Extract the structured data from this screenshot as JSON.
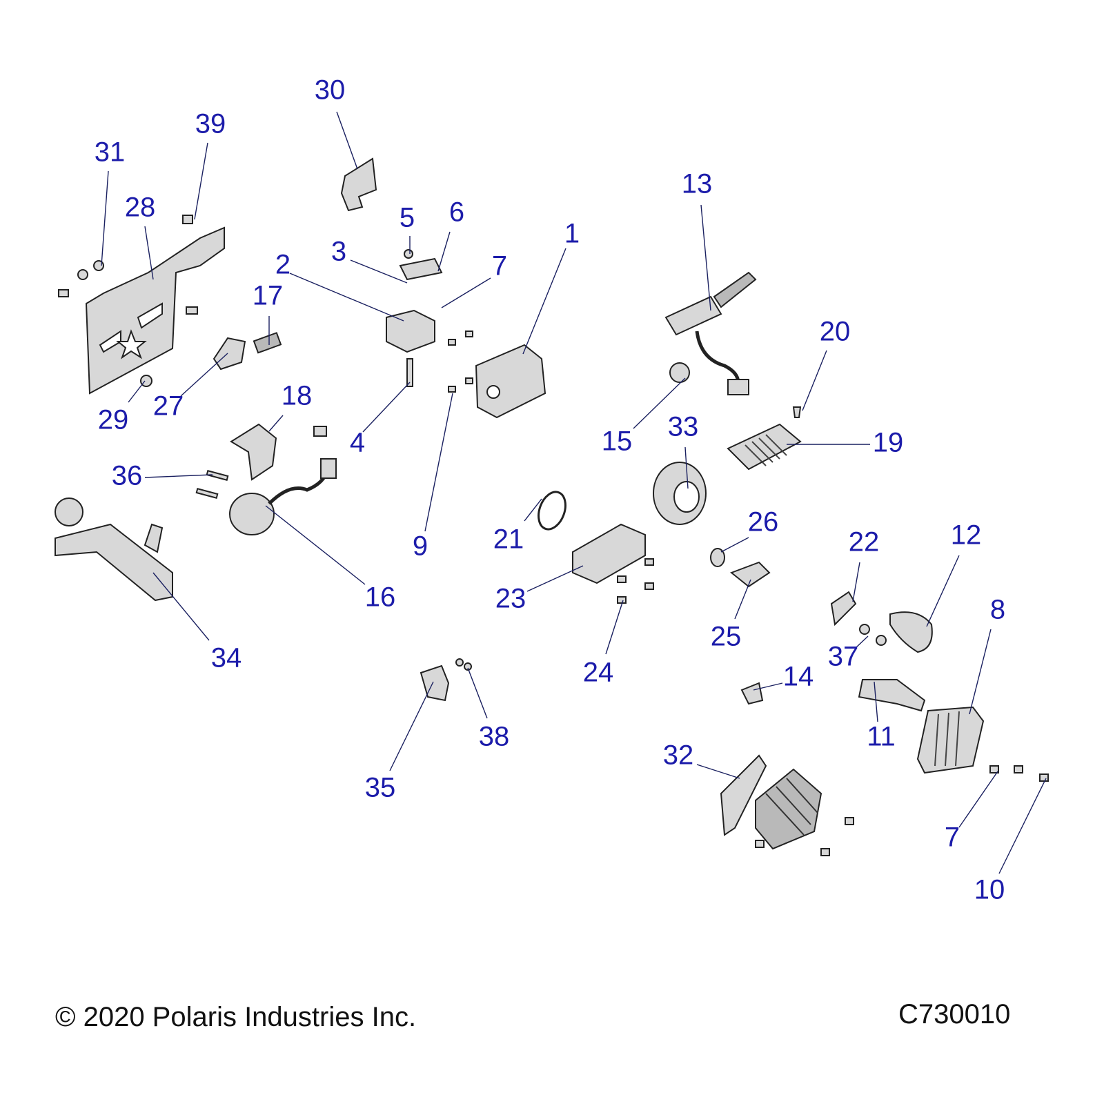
{
  "diagram": {
    "callouts": [
      "30",
      "39",
      "31",
      "28",
      "5",
      "6",
      "3",
      "2",
      "7",
      "1",
      "17",
      "13",
      "20",
      "27",
      "29",
      "18",
      "4",
      "15",
      "33",
      "19",
      "36",
      "9",
      "21",
      "26",
      "16",
      "22",
      "12",
      "23",
      "25",
      "34",
      "8",
      "37",
      "24",
      "14",
      "38",
      "11",
      "32",
      "35",
      "7",
      "10"
    ],
    "colors": {
      "label": "#1c1caa",
      "leader": "#1a2060",
      "part": "#d8d8d8"
    }
  },
  "footer": {
    "copyright": "© 2020 Polaris Industries Inc.",
    "drawing_number": "C730010"
  }
}
